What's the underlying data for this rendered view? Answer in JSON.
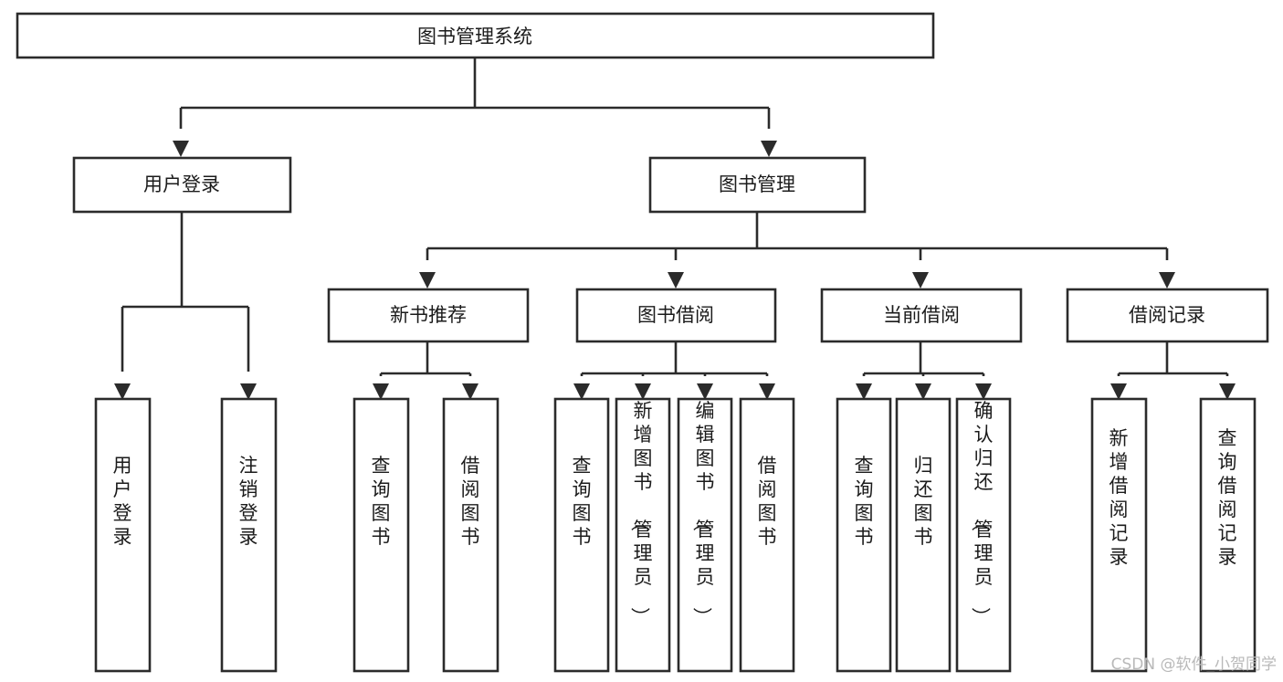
{
  "diagram": {
    "type": "tree-hierarchy",
    "title": "图书管理系统",
    "orientation": "top-down",
    "colors": {
      "stroke": "#2b2b2b",
      "box_fill": "#ffffff",
      "text": "#1b1b1b",
      "background": "#ffffff",
      "watermark": "#b9b9b9"
    },
    "levels": [
      {
        "index": 0,
        "name": "root"
      },
      {
        "index": 1,
        "name": "modules"
      },
      {
        "index": 2,
        "name": "submodules"
      },
      {
        "index": 3,
        "name": "functions"
      }
    ]
  },
  "root": {
    "label": "图书管理系统"
  },
  "level1": [
    {
      "id": "user-login",
      "label": "用户登录"
    },
    {
      "id": "book-management",
      "label": "图书管理"
    }
  ],
  "level2": [
    {
      "id": "new-book-recommend",
      "label": "新书推荐",
      "parent": "book-management"
    },
    {
      "id": "book-borrow",
      "label": "图书借阅",
      "parent": "book-management"
    },
    {
      "id": "current-borrow",
      "label": "当前借阅",
      "parent": "book-management"
    },
    {
      "id": "borrow-record",
      "label": "借阅记录",
      "parent": "book-management"
    }
  ],
  "leaves": {
    "user_login": [
      {
        "id": "leaf-user-login",
        "label": "用户登录"
      },
      {
        "id": "leaf-logout-login",
        "label": "注销登录"
      }
    ],
    "new_book_recommend": [
      {
        "id": "leaf-query-book-1",
        "label": "查询图书"
      },
      {
        "id": "leaf-borrow-book-1",
        "label": "借阅图书"
      }
    ],
    "book_borrow": [
      {
        "id": "leaf-query-book-2",
        "label": "查询图书"
      },
      {
        "id": "leaf-add-book",
        "label": "新增图书（管理员）"
      },
      {
        "id": "leaf-edit-book",
        "label": "编辑图书（管理员）"
      },
      {
        "id": "leaf-borrow-book-2",
        "label": "借阅图书"
      }
    ],
    "current_borrow": [
      {
        "id": "leaf-query-book-3",
        "label": "查询图书"
      },
      {
        "id": "leaf-return-book",
        "label": "归还图书"
      },
      {
        "id": "leaf-confirm-return",
        "label": "确认归还（管理员）"
      }
    ],
    "borrow_record": [
      {
        "id": "leaf-add-record",
        "label": "新增借阅记录"
      },
      {
        "id": "leaf-query-record",
        "label": "查询借阅记录"
      }
    ]
  },
  "watermark": {
    "text": "CSDN @软件_小贺同学"
  }
}
